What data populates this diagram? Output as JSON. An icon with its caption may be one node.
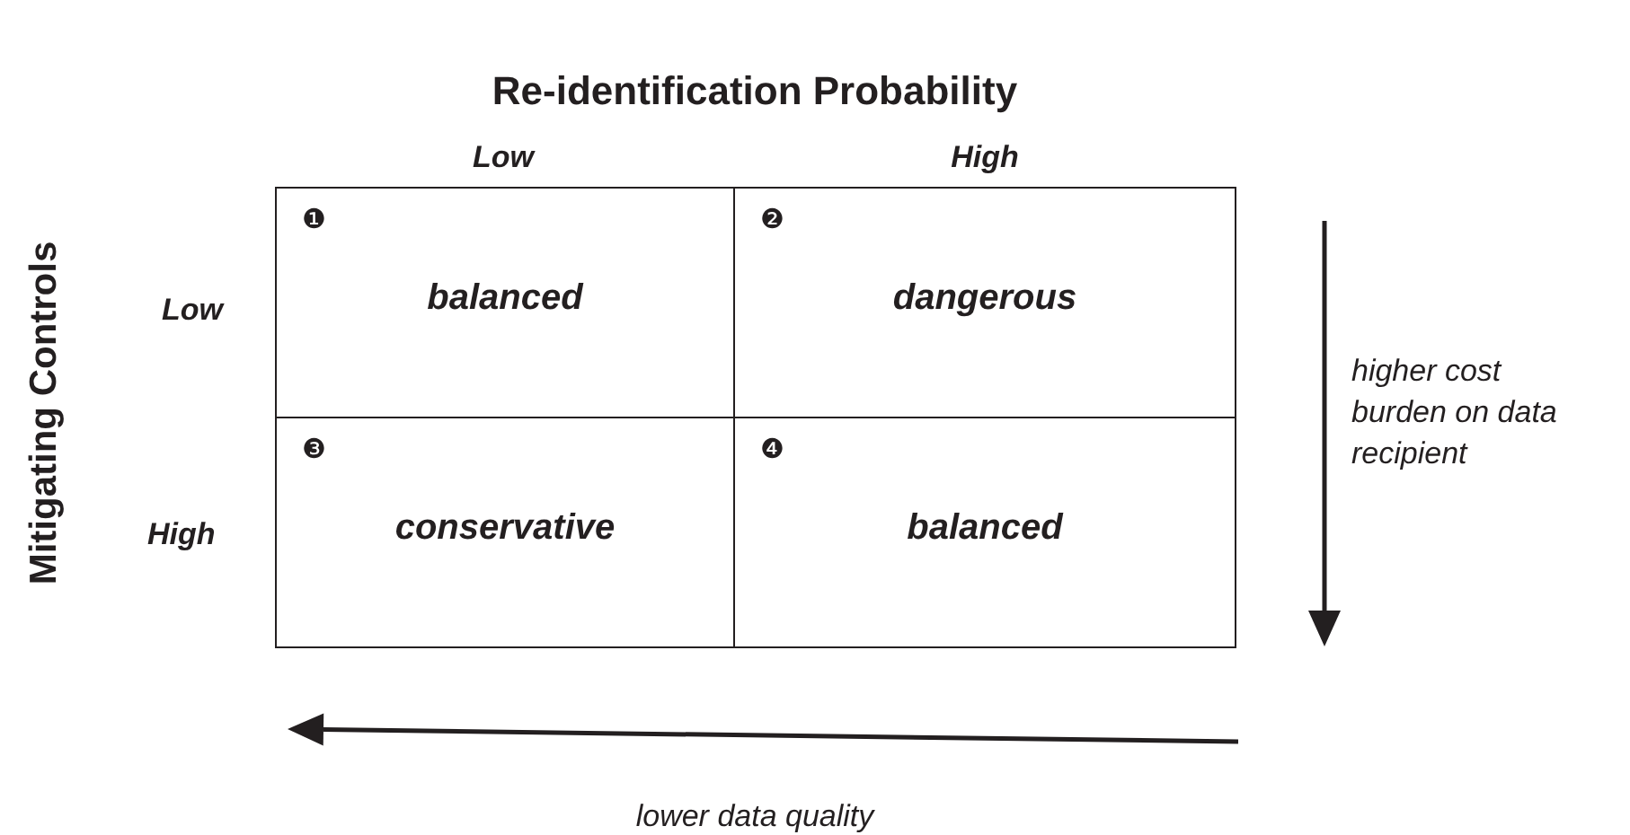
{
  "diagram": {
    "title": "Re-identification Probability",
    "nodes": [
      {
        "text": [
          "❶",
          "balanced"
        ]
      },
      {
        "text": [
          "❷",
          "dangerous"
        ]
      },
      {
        "text": [
          "❸",
          "conservative"
        ]
      },
      {
        "text": [
          "❹",
          "balanced"
        ]
      }
    ],
    "labels": [
      "Low",
      "High",
      "Mitigating Controls",
      "Low",
      "High",
      "higher cost burden on data recipient",
      "lower data quality"
    ]
  }
}
